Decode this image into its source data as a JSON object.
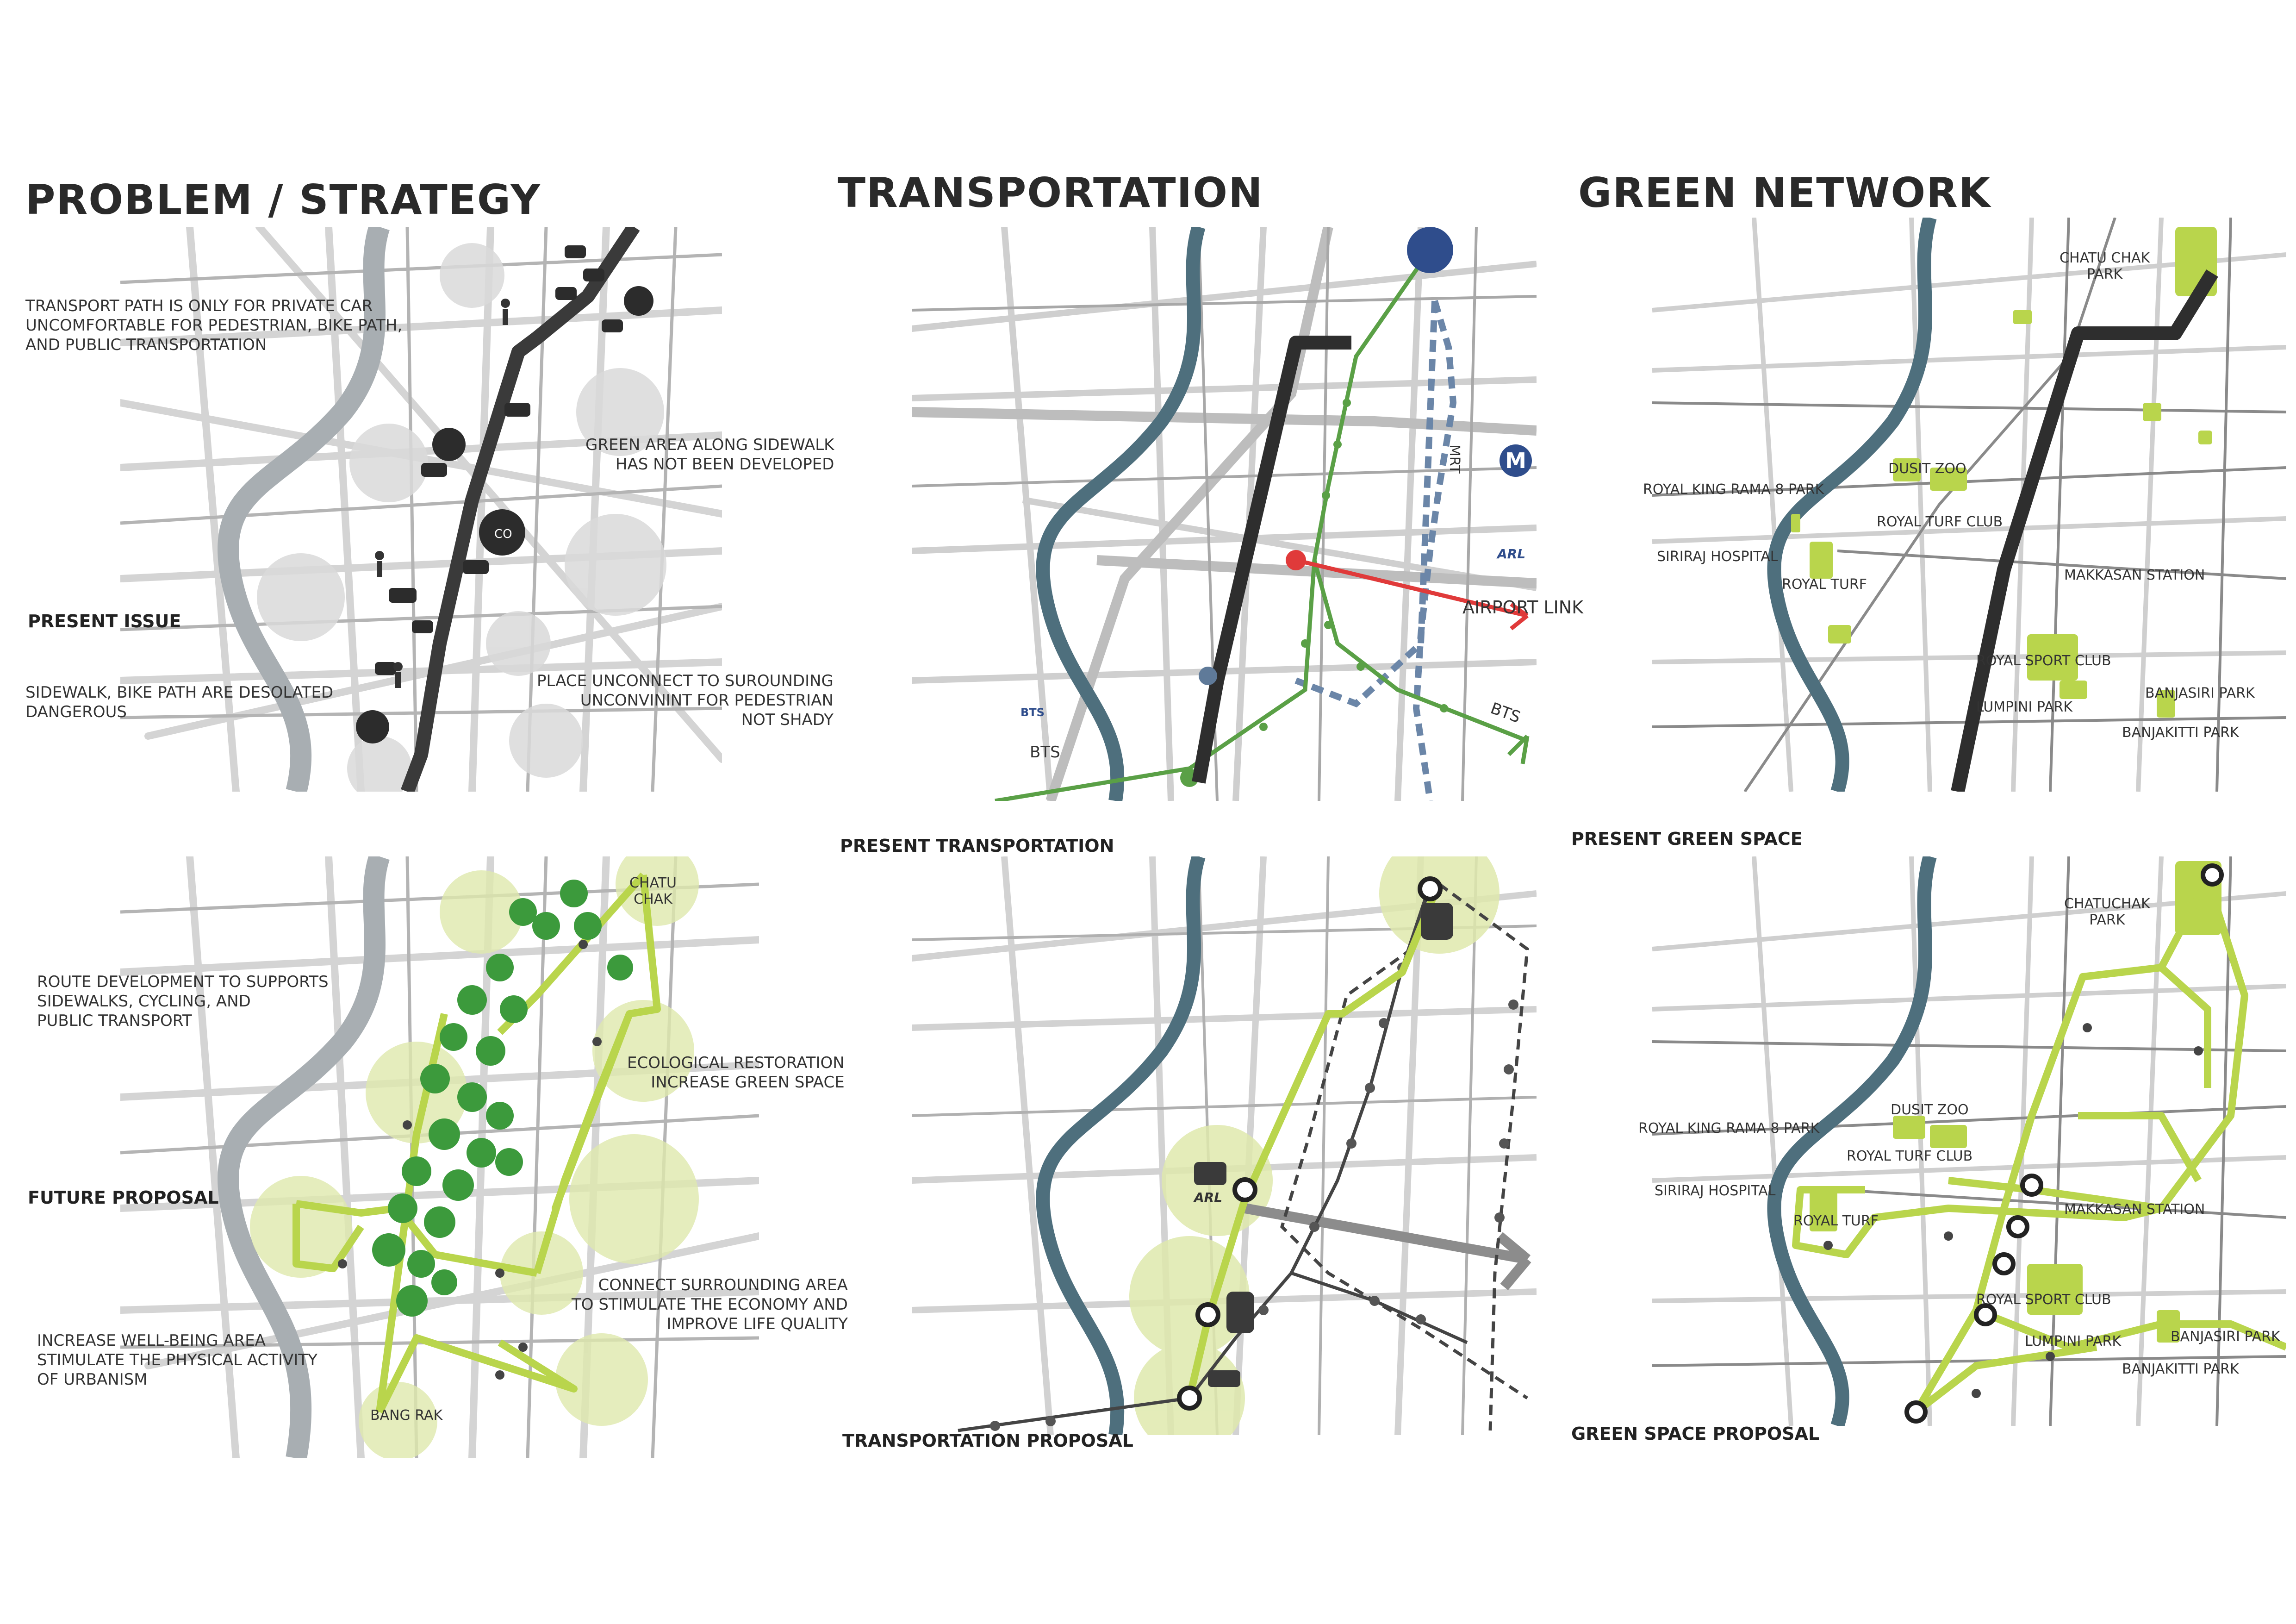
{
  "sections": {
    "problem": "PROBLEM / STRATEGY",
    "transport": "TRANSPORTATION",
    "green": "GREEN NETWORK"
  },
  "problem_present": {
    "label": "PRESENT ISSUE",
    "notes": {
      "transport_path": "TRANSPORT PATH IS ONLY FOR PRIVATE CAR\nUNCOMFORTABLE FOR PEDESTRIAN, BIKE PATH,\nAND PUBLIC TRANSPORTATION",
      "green_area": "GREEN AREA ALONG SIDEWALK\nHAS NOT BEEN DEVELOPED",
      "sidewalk": "SIDEWALK, BIKE PATH ARE DESOLATED\nDANGEROUS",
      "unconnect": "PLACE UNCONNECT TO SUROUNDING\nUNCONVININT FOR PEDESTRIAN\nNOT SHADY"
    },
    "co2": "CO"
  },
  "problem_future": {
    "label": "FUTURE PROPOSAL",
    "notes": {
      "route": "ROUTE DEVELOPMENT TO SUPPORTS\nSIDEWALKS, CYCLING, AND\nPUBLIC TRANSPORT",
      "eco": "ECOLOGICAL RESTORATION\nINCREASE GREEN SPACE",
      "wellbeing": "INCREASE WELL-BEING AREA\nSTIMULATE THE PHYSICAL ACTIVITY\nOF URBANISM",
      "connect": "CONNECT SURROUNDING AREA\nTO STIMULATE THE ECONOMY AND\nIMPROVE LIFE QUALITY"
    },
    "places": {
      "chatu": "CHATU\nCHAK",
      "bangrak": "BANG RAK"
    }
  },
  "transport_present": {
    "label": "PRESENT TRANSPORTATION",
    "lines": {
      "mrt": "MRT",
      "airport": "AIRPORT LINK",
      "bts_right": "BTS",
      "bts_left": "BTS",
      "arl": "ARL",
      "bts_logo": "BTS"
    }
  },
  "transport_proposal": {
    "label": "TRANSPORTATION PROPOSAL",
    "arl": "ARL"
  },
  "green_present": {
    "label": "PRESENT GREEN SPACE",
    "places": {
      "chatuchak": "CHATU CHAK\nPARK",
      "dusit": "DUSIT ZOO",
      "rama8": "ROYAL KING RAMA 8 PARK",
      "turfclub": "ROYAL TURF CLUB",
      "siriraj": "SIRIRAJ HOSPITAL",
      "royalturf": "ROYAL TURF",
      "makkasan": "MAKKASAN STATION",
      "sportclub": "ROYAL SPORT CLUB",
      "lumpini": "LUMPINI PARK",
      "banjasiri": "BANJASIRI PARK",
      "banjakitti": "BANJAKITTI PARK"
    }
  },
  "green_proposal": {
    "label": "GREEN SPACE PROPOSAL",
    "places": {
      "chatuchak": "CHATUCHAK\nPARK",
      "dusit": "DUSIT ZOO",
      "rama8": "ROYAL KING RAMA 8 PARK",
      "turfclub": "ROYAL TURF CLUB",
      "siriraj": "SIRIRAJ HOSPITAL",
      "royalturf": "ROYAL TURF",
      "makkasan": "MAKKASAN STATION",
      "sportclub": "ROYAL SPORT CLUB",
      "lumpini": "LUMPINI PARK",
      "banjasiri": "BANJASIRI PARK",
      "banjakitti": "BANJAKITTI PARK"
    }
  },
  "colors": {
    "river": "#4e6f7d",
    "road": "#c9c9c9",
    "road_dark": "#8a8a8a",
    "main_route": "#3b3b3b",
    "lime": "#b9d54c",
    "lime_soft": "#dfe9ad",
    "bts_green": "#5aa046",
    "mrt_blue": "#2f4d8c",
    "arl_red": "#e03a3a"
  }
}
